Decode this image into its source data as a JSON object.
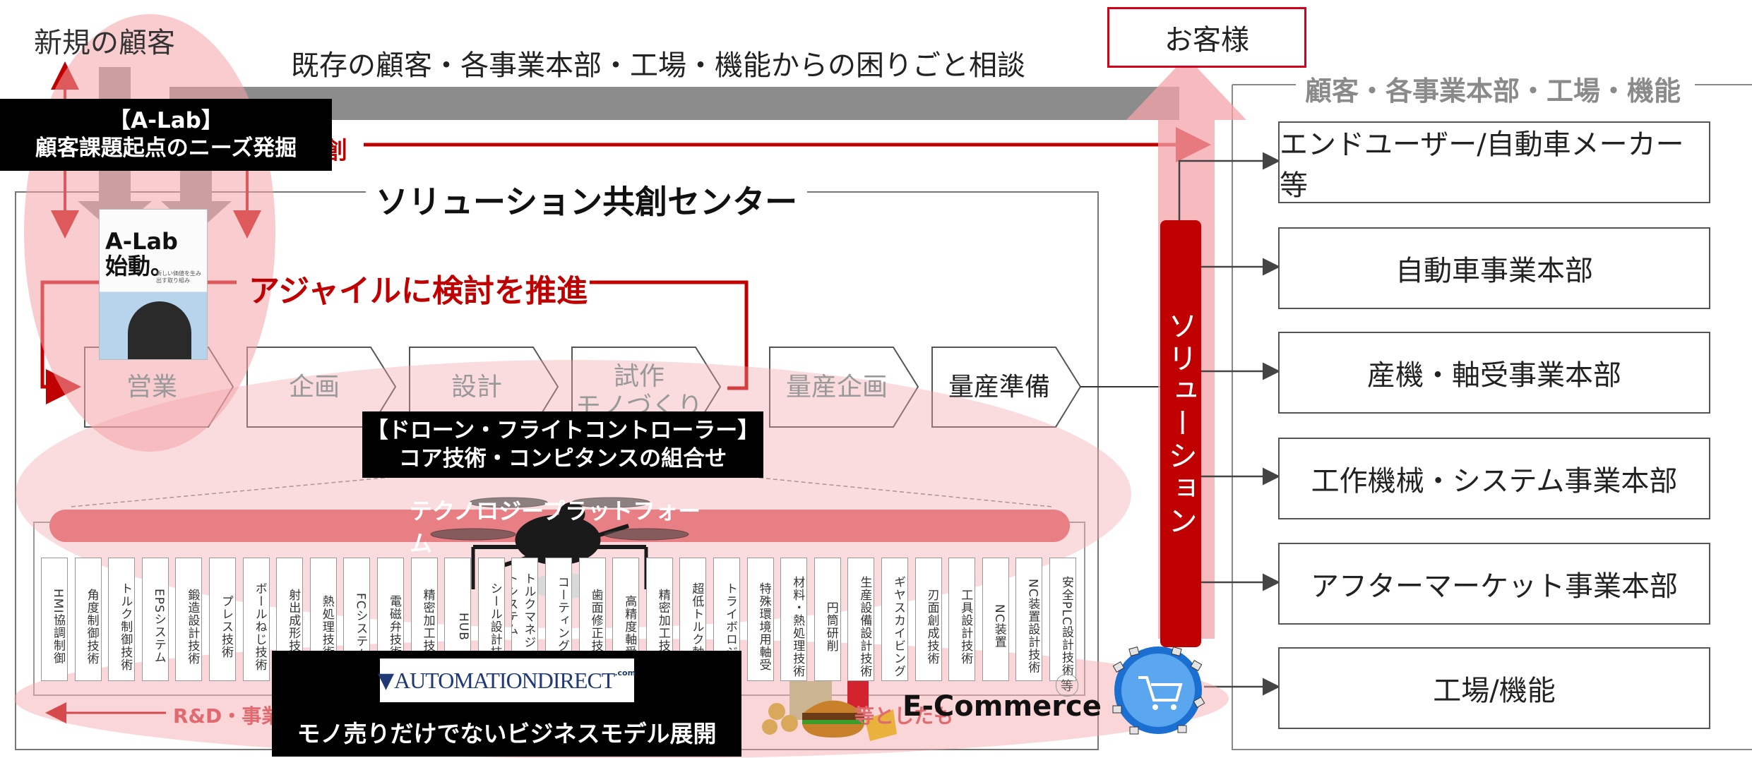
{
  "top": {
    "new_customer": "新規の顧客",
    "consult_banner": "既存の顧客・各事業本部・工場・機能からの困りごと相談",
    "customer_box": "お客様",
    "co_creation_fragment": "創"
  },
  "a_lab": {
    "title": "【A-Lab】",
    "subtitle": "顧客課題起点のニーズ発掘",
    "book_title": "A-Lab\n始動。",
    "book_sub": "新しい価値を生み出す取り組み"
  },
  "center": {
    "title": "ソリューション共創センター",
    "agile": "アジャイルに検討を推進"
  },
  "process_steps": [
    "営業",
    "企画",
    "設計",
    "試作\nモノづくり",
    "量産企画",
    "量産準備"
  ],
  "drone_box": {
    "line1": "【ドローン・フライトコントローラー】",
    "line2": "コア技術・コンピタンスの組合せ"
  },
  "platform": {
    "label": "テクノロジープラットフォーム",
    "columns": [
      "HMI協調制御",
      "角度制御技術",
      "トルク制御技術",
      "EPSシステム",
      "鍛造設計技術",
      "プレス技術",
      "ボールねじ技術",
      "射出成形技術",
      "熱処理技術",
      "FCシステム",
      "電磁弁技術",
      "精密加工技術",
      "HUB",
      "シール設計技術",
      "トルクマネジメントシステム",
      "コーティング技術",
      "歯面修正技術",
      "高精度軸受",
      "精密加工技術",
      "超低トルク軸受",
      "トライボロジー",
      "特殊環境用軸受",
      "材料・熱処理技術",
      "円筒研削",
      "生産設備設計技術",
      "ギヤスカイビング",
      "刃面創成技術",
      "工具設計技術",
      "NC装置",
      "NC装置設計技術",
      "安全PLC設計技術"
    ],
    "etc": "等",
    "rd_label": "R&D・事業",
    "bottom_right_fragment": "等としたも"
  },
  "automation_box": {
    "logo": "AUTOMATIONDIRECT",
    "logo_suffix": ".com",
    "caption": "モノ売りだけでないビジネスモデル展開"
  },
  "ecommerce": "E-Commerce",
  "solution_bar": "ソリューション",
  "right_panel": {
    "title": "顧客・各事業本部・工場・機能",
    "items": [
      "エンドユーザー/自動車メーカー等",
      "自動車事業本部",
      "産機・軸受事業本部",
      "工作機械・システム事業本部",
      "アフターマーケット事業本部",
      "工場/機能"
    ]
  },
  "colors": {
    "accent_red": "#c00000",
    "pink_overlay": "#f4a3a8",
    "gray_banner": "#8c8c8c"
  }
}
